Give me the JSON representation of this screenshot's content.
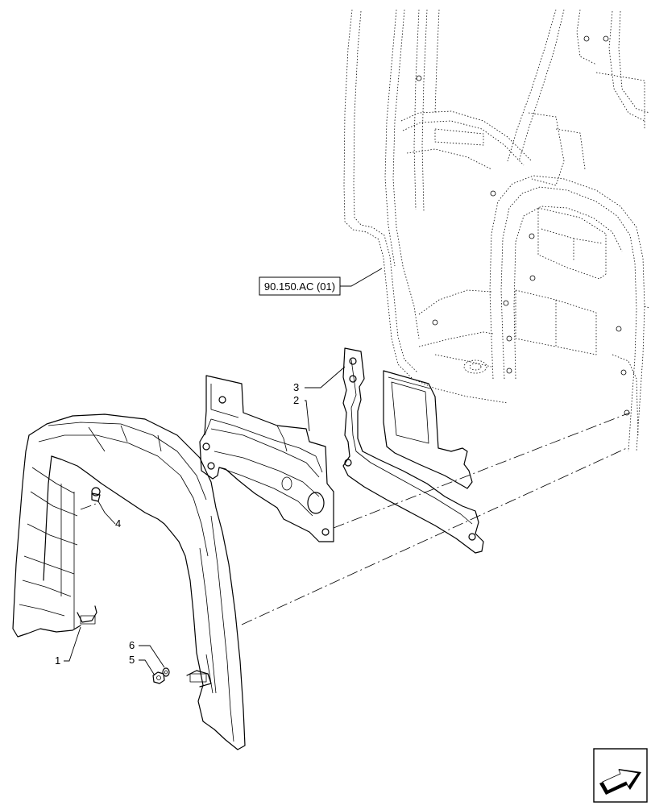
{
  "reference": {
    "label": "90.150.AC (01)"
  },
  "callouts": [
    {
      "number": "1"
    },
    {
      "number": "2"
    },
    {
      "number": "3"
    },
    {
      "number": "4"
    },
    {
      "number": "5"
    },
    {
      "number": "6"
    }
  ],
  "nav_icon": "view-direction-arrow-icon"
}
